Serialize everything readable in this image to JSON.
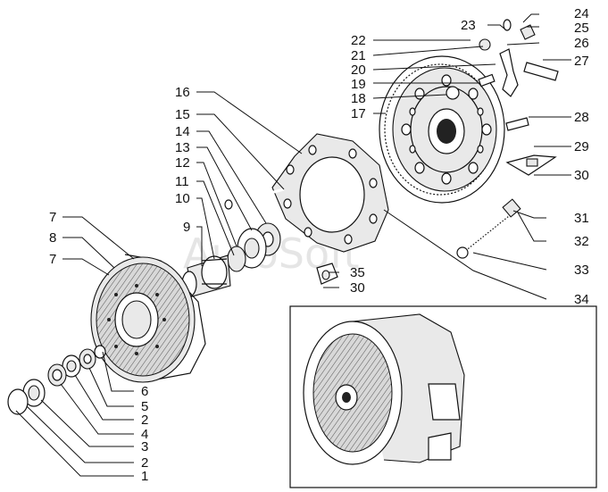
{
  "watermark": "AutoSoft",
  "callouts": [
    {
      "id": "c24",
      "text": "24"
    },
    {
      "id": "c23",
      "text": "23"
    },
    {
      "id": "c25",
      "text": "25"
    },
    {
      "id": "c22",
      "text": "22"
    },
    {
      "id": "c26",
      "text": "26"
    },
    {
      "id": "c21",
      "text": "21"
    },
    {
      "id": "c27",
      "text": "27"
    },
    {
      "id": "c20",
      "text": "20"
    },
    {
      "id": "c19",
      "text": "19"
    },
    {
      "id": "c18",
      "text": "18"
    },
    {
      "id": "c17",
      "text": "17"
    },
    {
      "id": "c28",
      "text": "28"
    },
    {
      "id": "c16",
      "text": "16"
    },
    {
      "id": "c15",
      "text": "15"
    },
    {
      "id": "c14",
      "text": "14"
    },
    {
      "id": "c13",
      "text": "13"
    },
    {
      "id": "c12",
      "text": "12"
    },
    {
      "id": "c29",
      "text": "29"
    },
    {
      "id": "c30a",
      "text": "30"
    },
    {
      "id": "c11",
      "text": "11"
    },
    {
      "id": "c10",
      "text": "10"
    },
    {
      "id": "c9",
      "text": "9"
    },
    {
      "id": "c31",
      "text": "31"
    },
    {
      "id": "c7a",
      "text": "7"
    },
    {
      "id": "c32",
      "text": "32"
    },
    {
      "id": "c8",
      "text": "8"
    },
    {
      "id": "c7b",
      "text": "7"
    },
    {
      "id": "c33",
      "text": "33"
    },
    {
      "id": "c35",
      "text": "35"
    },
    {
      "id": "c30b",
      "text": "30"
    },
    {
      "id": "c34",
      "text": "34"
    },
    {
      "id": "c6",
      "text": "6"
    },
    {
      "id": "c5",
      "text": "5"
    },
    {
      "id": "c2a",
      "text": "2"
    },
    {
      "id": "c4",
      "text": "4"
    },
    {
      "id": "c3",
      "text": "3"
    },
    {
      "id": "c2b",
      "text": "2"
    },
    {
      "id": "c1",
      "text": "1"
    }
  ]
}
